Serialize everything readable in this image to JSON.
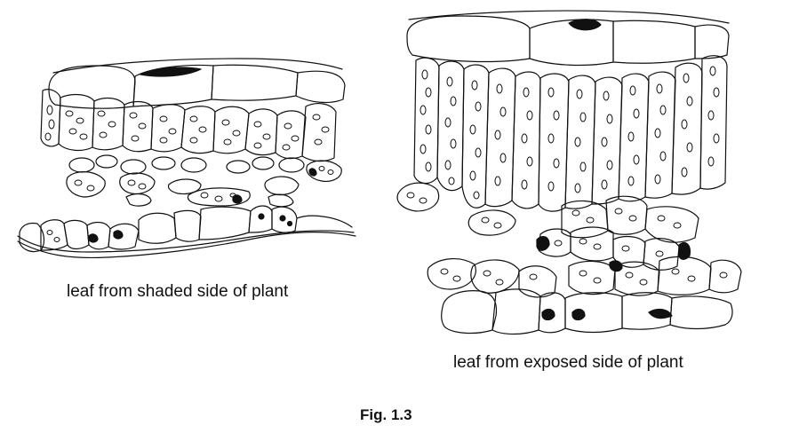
{
  "captions": {
    "shaded": "leaf from shaded side of plant",
    "exposed": "leaf from exposed side of plant"
  },
  "figure_label": "Fig. 1.3",
  "colors": {
    "ink": "#111111",
    "paper": "#ffffff"
  }
}
